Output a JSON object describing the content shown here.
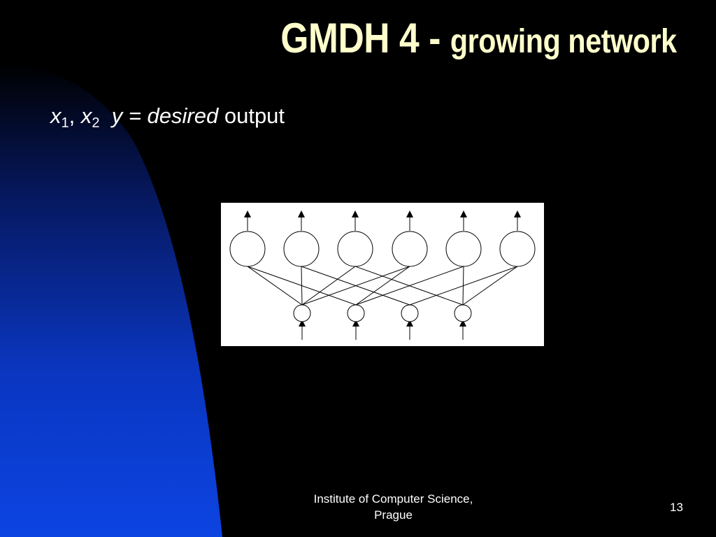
{
  "slide": {
    "title_main": "GMDH 4 - ",
    "title_sub": "growing network",
    "body": {
      "x1_var": "x",
      "x1_sub": "1",
      "comma": ", ",
      "x2_var": "x",
      "x2_sub": "2",
      "y_expr": "y = desired",
      "output_word": " output"
    },
    "footer": {
      "line1": "Institute of Computer Science,",
      "line2": "Prague"
    },
    "page_number": "13"
  },
  "colors": {
    "background": "#000000",
    "title": "#ffffcc",
    "accent_blue": "#0a3bd6"
  },
  "network": {
    "hidden_units": 6,
    "input_units": 4
  }
}
